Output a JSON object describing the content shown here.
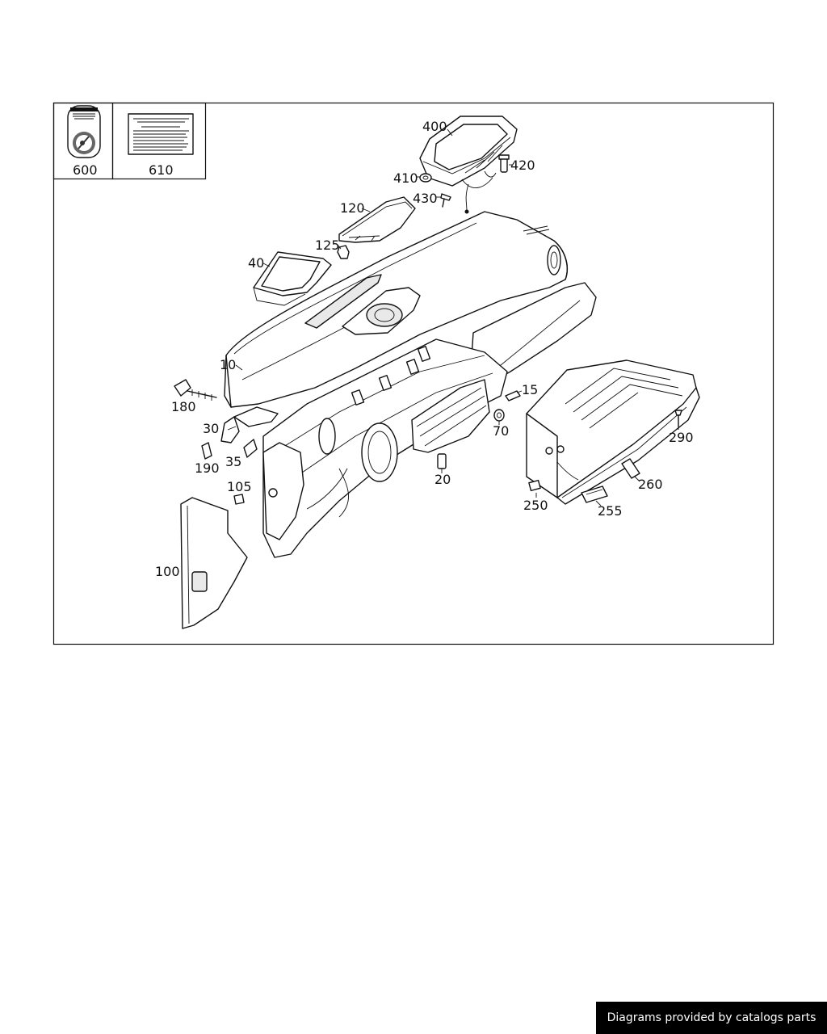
{
  "callouts": {
    "p600": "600",
    "p610": "610",
    "p400": "400",
    "p410": "410",
    "p420": "420",
    "p430": "430",
    "p120": "120",
    "p125": "125",
    "p40": "40",
    "p10": "10",
    "p180": "180",
    "p30": "30",
    "p190": "190",
    "p35": "35",
    "p105": "105",
    "p100": "100",
    "p15": "15",
    "p70": "70",
    "p20": "20",
    "p290": "290",
    "p260": "260",
    "p250": "250",
    "p255": "255"
  },
  "footer": "Diagrams provided by catalogs parts"
}
